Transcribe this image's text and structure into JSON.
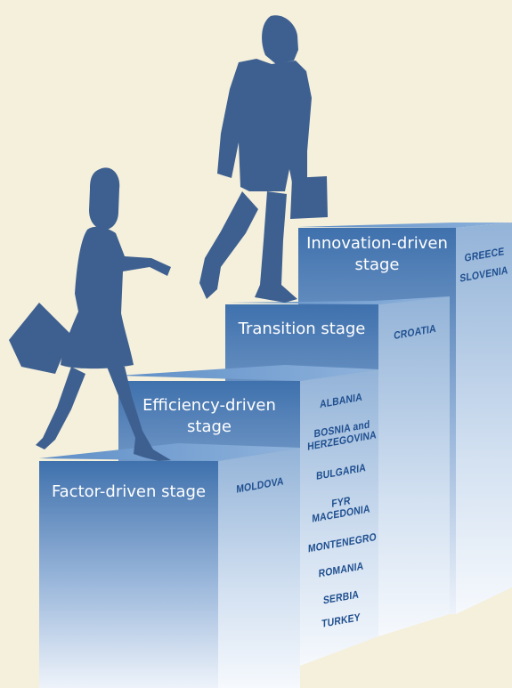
{
  "stages": [
    {
      "label": "Factor-driven stage",
      "countries": [
        "MOLDOVA"
      ]
    },
    {
      "label": "Efficiency-driven\nstage",
      "countries": [
        "ALBANIA",
        "BOSNIA and\nHERZEGOVINA",
        "BULGARIA",
        "FYR\nMACEDONIA",
        "MONTENEGRO",
        "ROMANIA",
        "SERBIA",
        "TURKEY"
      ]
    },
    {
      "label": "Transition stage",
      "countries": [
        "CROATIA"
      ]
    },
    {
      "label": "Innovation-driven\nstage",
      "countries": [
        "GREECE",
        "SLOVENIA"
      ]
    }
  ],
  "colors": {
    "background": "#f5f0dc",
    "step_front_top": "#3f71ad",
    "step_front_bottom": "#eef3fa",
    "step_side_top": "#8fb0d6",
    "silhouette": "#3e6090",
    "country_text": "#1f4f8f"
  },
  "icons": [
    "businesswoman-silhouette",
    "businessman-silhouette"
  ]
}
